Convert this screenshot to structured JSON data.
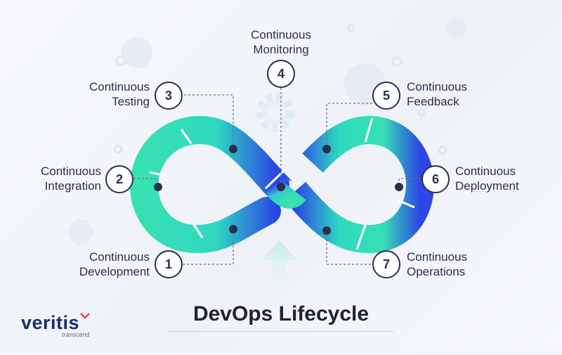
{
  "title": "DevOps Lifecycle",
  "brand": {
    "name": "veritis",
    "tagline": "transcend",
    "mark_color": "#e2463a"
  },
  "colors": {
    "teal": "#35e0b0",
    "blue": "#3046e8",
    "ink": "#2a2f4a"
  },
  "stages": [
    {
      "number": "1",
      "lines": [
        "Continuous",
        "Development"
      ]
    },
    {
      "number": "2",
      "lines": [
        "Continuous",
        "Integration"
      ]
    },
    {
      "number": "3",
      "lines": [
        "Continuous",
        "Testing"
      ]
    },
    {
      "number": "4",
      "lines": [
        "Continuous",
        "Monitoring"
      ]
    },
    {
      "number": "5",
      "lines": [
        "Continuous",
        "Feedback"
      ]
    },
    {
      "number": "6",
      "lines": [
        "Continuous",
        "Deployment"
      ]
    },
    {
      "number": "7",
      "lines": [
        "Continuous",
        "Operations"
      ]
    }
  ],
  "background_icons": [
    "gear-icon",
    "up-arrow-icon"
  ]
}
